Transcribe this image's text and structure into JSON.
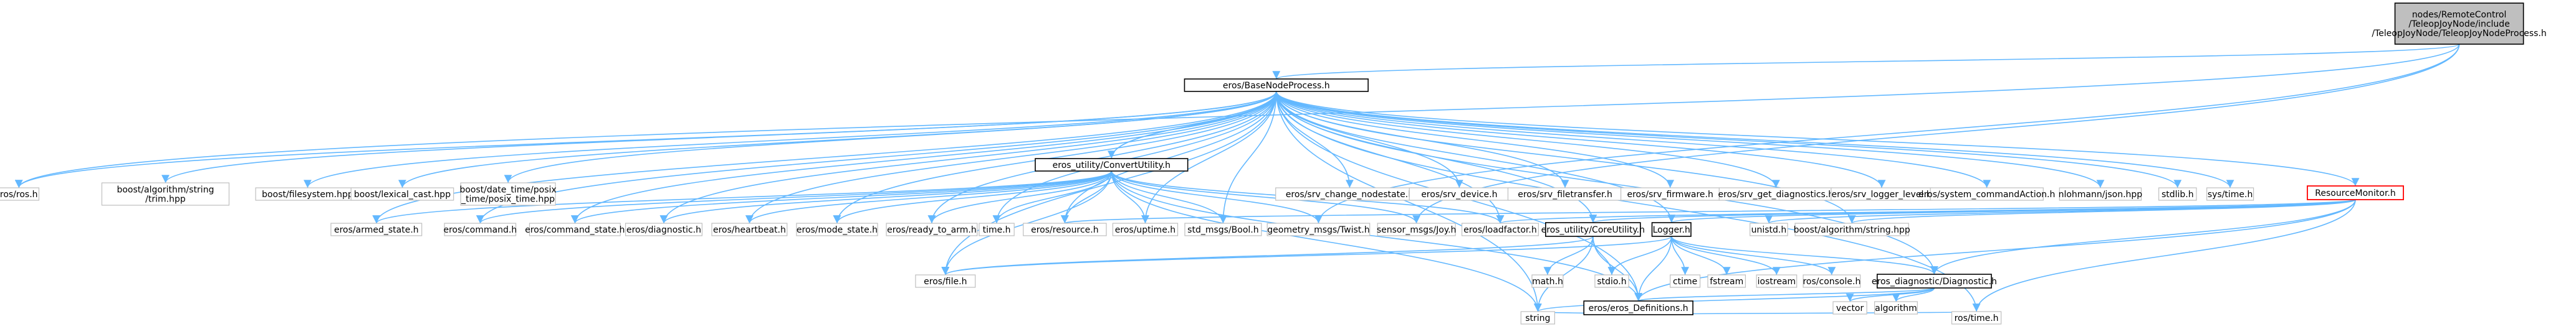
{
  "nodes": [
    {
      "id": "root",
      "lines": [
        "nodes/RemoteControl",
        "/TeleopJoyNode/include",
        "/TeleopJoyNode/TeleopJoyNodeProcess.h"
      ],
      "style": "root"
    },
    {
      "id": "base",
      "lines": [
        "eros/BaseNodeProcess.h"
      ],
      "style": "bordered"
    },
    {
      "id": "ros",
      "lines": [
        "ros/ros.h"
      ],
      "style": "plain"
    },
    {
      "id": "trim",
      "lines": [
        "boost/algorithm/string",
        "/trim.hpp"
      ],
      "style": "plain"
    },
    {
      "id": "fs",
      "lines": [
        "boost/filesystem.hpp"
      ],
      "style": "plain"
    },
    {
      "id": "lexcast",
      "lines": [
        "boost/lexical_cast.hpp"
      ],
      "style": "plain"
    },
    {
      "id": "posix",
      "lines": [
        "boost/date_time/posix",
        "_time/posix_time.hpp"
      ],
      "style": "plain"
    },
    {
      "id": "convert",
      "lines": [
        "eros_utility/ConvertUtility.h"
      ],
      "style": "bordered"
    },
    {
      "id": "chgnode",
      "lines": [
        "eros/srv_change_nodestate.h"
      ],
      "style": "plain"
    },
    {
      "id": "srvdev",
      "lines": [
        "eros/srv_device.h"
      ],
      "style": "plain"
    },
    {
      "id": "srvfile",
      "lines": [
        "eros/srv_filetransfer.h"
      ],
      "style": "plain"
    },
    {
      "id": "srvfw",
      "lines": [
        "eros/srv_firmware.h"
      ],
      "style": "plain"
    },
    {
      "id": "srvdiag",
      "lines": [
        "eros/srv_get_diagnostics.h"
      ],
      "style": "plain"
    },
    {
      "id": "srvlog",
      "lines": [
        "eros/srv_logger_level.h"
      ],
      "style": "plain"
    },
    {
      "id": "syscmd",
      "lines": [
        "eros/system_commandAction.h"
      ],
      "style": "plain"
    },
    {
      "id": "json",
      "lines": [
        "nlohmann/json.hpp"
      ],
      "style": "plain"
    },
    {
      "id": "stdlib",
      "lines": [
        "stdlib.h"
      ],
      "style": "plain"
    },
    {
      "id": "systime",
      "lines": [
        "sys/time.h"
      ],
      "style": "plain"
    },
    {
      "id": "resmon",
      "lines": [
        "ResourceMonitor.h"
      ],
      "style": "red"
    },
    {
      "id": "armed",
      "lines": [
        "eros/armed_state.h"
      ],
      "style": "plain"
    },
    {
      "id": "command",
      "lines": [
        "eros/command.h"
      ],
      "style": "plain"
    },
    {
      "id": "cmdstate",
      "lines": [
        "eros/command_state.h"
      ],
      "style": "plain"
    },
    {
      "id": "diag",
      "lines": [
        "eros/diagnostic.h"
      ],
      "style": "plain"
    },
    {
      "id": "heartbeat",
      "lines": [
        "eros/heartbeat.h"
      ],
      "style": "plain"
    },
    {
      "id": "modestate",
      "lines": [
        "eros/mode_state.h"
      ],
      "style": "plain"
    },
    {
      "id": "ready",
      "lines": [
        "eros/ready_to_arm.h"
      ],
      "style": "plain"
    },
    {
      "id": "timeh",
      "lines": [
        "time.h"
      ],
      "style": "plain"
    },
    {
      "id": "resource",
      "lines": [
        "eros/resource.h"
      ],
      "style": "plain"
    },
    {
      "id": "uptime",
      "lines": [
        "eros/uptime.h"
      ],
      "style": "plain"
    },
    {
      "id": "stdbool",
      "lines": [
        "std_msgs/Bool.h"
      ],
      "style": "plain"
    },
    {
      "id": "twist",
      "lines": [
        "geometry_msgs/Twist.h"
      ],
      "style": "plain"
    },
    {
      "id": "joy",
      "lines": [
        "sensor_msgs/Joy.h"
      ],
      "style": "plain"
    },
    {
      "id": "loadfactor",
      "lines": [
        "eros/loadfactor.h"
      ],
      "style": "plain"
    },
    {
      "id": "coreutil",
      "lines": [
        "eros_utility/CoreUtility.h"
      ],
      "style": "bordered"
    },
    {
      "id": "logger",
      "lines": [
        "Logger.h"
      ],
      "style": "bordered"
    },
    {
      "id": "unistd",
      "lines": [
        "unistd.h"
      ],
      "style": "plain"
    },
    {
      "id": "algstr",
      "lines": [
        "boost/algorithm/string.hpp"
      ],
      "style": "plain"
    },
    {
      "id": "erosfile",
      "lines": [
        "eros/file.h"
      ],
      "style": "plain"
    },
    {
      "id": "mathh",
      "lines": [
        "math.h"
      ],
      "style": "plain"
    },
    {
      "id": "stdio",
      "lines": [
        "stdio.h"
      ],
      "style": "plain"
    },
    {
      "id": "ctime",
      "lines": [
        "ctime"
      ],
      "style": "plain"
    },
    {
      "id": "fstream",
      "lines": [
        "fstream"
      ],
      "style": "plain"
    },
    {
      "id": "iostream",
      "lines": [
        "iostream"
      ],
      "style": "plain"
    },
    {
      "id": "rosconsole",
      "lines": [
        "ros/console.h"
      ],
      "style": "plain"
    },
    {
      "id": "diagdiag",
      "lines": [
        "eros_diagnostic/Diagnostic.h"
      ],
      "style": "bordered"
    },
    {
      "id": "defs",
      "lines": [
        "eros/eros_Definitions.h"
      ],
      "style": "bordered"
    },
    {
      "id": "vector",
      "lines": [
        "vector"
      ],
      "style": "plain"
    },
    {
      "id": "algorithm",
      "lines": [
        "algorithm"
      ],
      "style": "plain"
    },
    {
      "id": "rostime",
      "lines": [
        "ros/time.h"
      ],
      "style": "plain"
    },
    {
      "id": "string",
      "lines": [
        "string"
      ],
      "style": "plain"
    }
  ],
  "edges": [
    [
      "root",
      "base"
    ],
    [
      "root",
      "ros"
    ],
    [
      "root",
      "joy"
    ],
    [
      "root",
      "twist"
    ],
    [
      "base",
      "ros"
    ],
    [
      "base",
      "trim"
    ],
    [
      "base",
      "fs"
    ],
    [
      "base",
      "lexcast"
    ],
    [
      "base",
      "posix"
    ],
    [
      "base",
      "convert"
    ],
    [
      "base",
      "chgnode"
    ],
    [
      "base",
      "srvdev"
    ],
    [
      "base",
      "srvfile"
    ],
    [
      "base",
      "srvfw"
    ],
    [
      "base",
      "srvdiag"
    ],
    [
      "base",
      "srvlog"
    ],
    [
      "base",
      "syscmd"
    ],
    [
      "base",
      "json"
    ],
    [
      "base",
      "stdlib"
    ],
    [
      "base",
      "systime"
    ],
    [
      "base",
      "resmon"
    ],
    [
      "base",
      "algstr"
    ],
    [
      "base",
      "rostime"
    ],
    [
      "base",
      "armed"
    ],
    [
      "base",
      "command"
    ],
    [
      "base",
      "cmdstate"
    ],
    [
      "base",
      "diag"
    ],
    [
      "base",
      "heartbeat"
    ],
    [
      "base",
      "modestate"
    ],
    [
      "base",
      "ready"
    ],
    [
      "base",
      "timeh"
    ],
    [
      "base",
      "resource"
    ],
    [
      "base",
      "uptime"
    ],
    [
      "base",
      "stdbool"
    ],
    [
      "base",
      "loadfactor"
    ],
    [
      "base",
      "coreutil"
    ],
    [
      "base",
      "logger"
    ],
    [
      "base",
      "erosfile"
    ],
    [
      "base",
      "defs"
    ],
    [
      "base",
      "diagdiag"
    ],
    [
      "base",
      "string"
    ],
    [
      "convert",
      "armed"
    ],
    [
      "convert",
      "command"
    ],
    [
      "convert",
      "cmdstate"
    ],
    [
      "convert",
      "diag"
    ],
    [
      "convert",
      "heartbeat"
    ],
    [
      "convert",
      "modestate"
    ],
    [
      "convert",
      "ready"
    ],
    [
      "convert",
      "resource"
    ],
    [
      "convert",
      "uptime"
    ],
    [
      "convert",
      "stdbool"
    ],
    [
      "convert",
      "twist"
    ],
    [
      "convert",
      "joy"
    ],
    [
      "convert",
      "loadfactor"
    ],
    [
      "convert",
      "erosfile"
    ],
    [
      "convert",
      "timeh"
    ],
    [
      "convert",
      "string"
    ],
    [
      "convert",
      "defs"
    ],
    [
      "resmon",
      "unistd"
    ],
    [
      "resmon",
      "algstr"
    ],
    [
      "resmon",
      "rostime"
    ],
    [
      "resmon",
      "diagdiag"
    ],
    [
      "resmon",
      "logger"
    ],
    [
      "resmon",
      "coreutil"
    ],
    [
      "resmon",
      "defs"
    ],
    [
      "resmon",
      "loadfactor"
    ],
    [
      "resmon",
      "resource"
    ],
    [
      "coreutil",
      "mathh"
    ],
    [
      "coreutil",
      "stdio"
    ],
    [
      "coreutil",
      "string"
    ],
    [
      "coreutil",
      "defs"
    ],
    [
      "coreutil",
      "erosfile"
    ],
    [
      "logger",
      "ctime"
    ],
    [
      "logger",
      "fstream"
    ],
    [
      "logger",
      "iostream"
    ],
    [
      "logger",
      "rosconsole"
    ],
    [
      "logger",
      "stdio"
    ],
    [
      "logger",
      "diagdiag"
    ],
    [
      "logger",
      "defs"
    ],
    [
      "logger",
      "erosfile"
    ],
    [
      "diagdiag",
      "vector"
    ],
    [
      "diagdiag",
      "algorithm"
    ],
    [
      "diagdiag",
      "defs"
    ],
    [
      "diagdiag",
      "string"
    ],
    [
      "defs",
      "string"
    ],
    [
      "defs",
      "rostime"
    ]
  ]
}
